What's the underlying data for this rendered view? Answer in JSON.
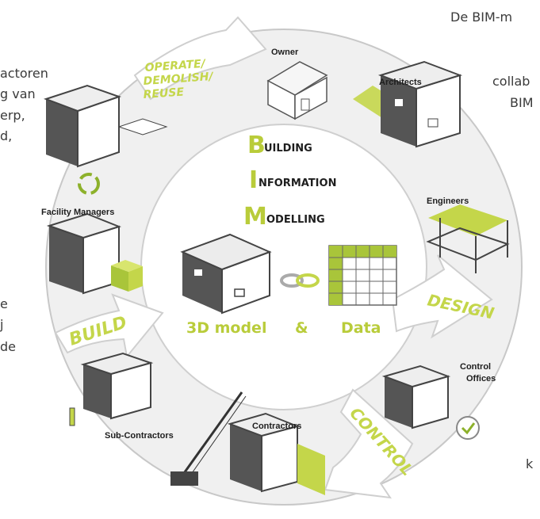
{
  "colors": {
    "accent": "#c4d64a",
    "ring": "#eeeeee",
    "dark": "#555555"
  },
  "side_text": {
    "left": [
      "actoren",
      "g van",
      "erp,",
      "d,",
      "e",
      "j",
      "de"
    ],
    "right": [
      "De BIM-m",
      "collab",
      "BIM",
      "k"
    ]
  },
  "stages": {
    "operate": [
      "OPERATE/",
      "DEMOLISH/",
      "REUSE"
    ],
    "design": "DESIGN",
    "control": "CONTROL",
    "build": "BUILD"
  },
  "bim": {
    "line1": {
      "cap": "B",
      "rest": "UILDING"
    },
    "line2": {
      "cap": "I",
      "rest": "NFORMATION"
    },
    "line3": {
      "cap": "M",
      "rest": "ODELLING"
    }
  },
  "center": {
    "model": "3D model",
    "amp": "&",
    "data": "Data"
  },
  "roles": {
    "owner": "Owner",
    "architects": "Architects",
    "engineers": "Engineers",
    "control": [
      "Control",
      "Offices"
    ],
    "contractors": "Contractors",
    "subcontractors": "Sub-Contractors",
    "facility": "Facility Managers"
  }
}
